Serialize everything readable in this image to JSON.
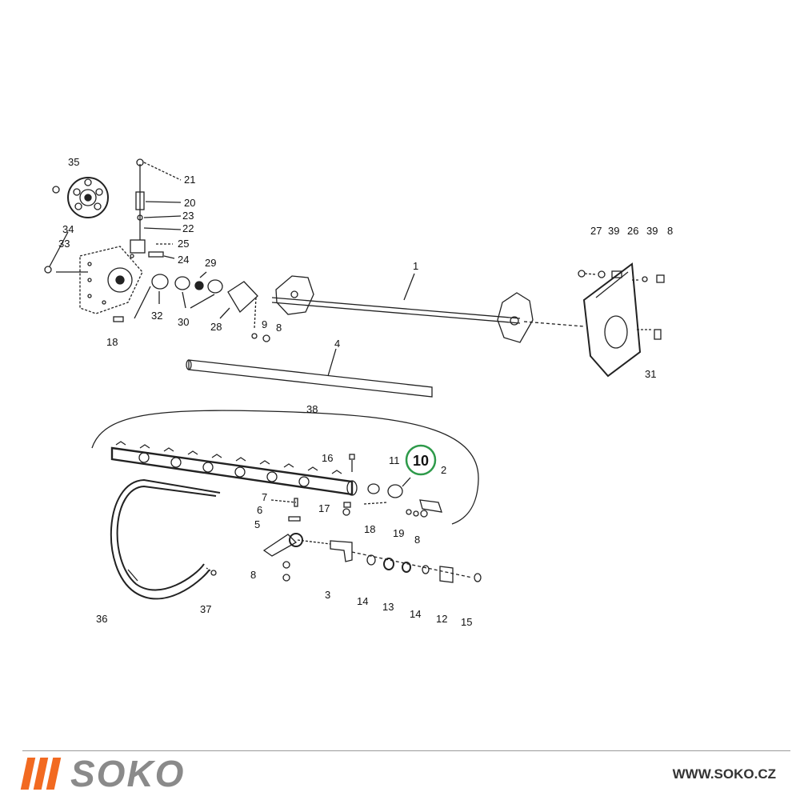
{
  "diagram": {
    "highlight": {
      "label": "10",
      "color": "#2e9a4a"
    },
    "callouts": [
      "35",
      "21",
      "20",
      "23",
      "22",
      "25",
      "24",
      "29",
      "34",
      "33",
      "32",
      "30",
      "28",
      "9",
      "8",
      "18",
      "1",
      "27",
      "39",
      "26",
      "39b",
      "8b",
      "31",
      "4",
      "38",
      "16",
      "11",
      "2",
      "7",
      "6",
      "17",
      "5",
      "18b",
      "19",
      "8c",
      "3",
      "14",
      "13",
      "14b",
      "12",
      "15",
      "8d",
      "37",
      "36"
    ],
    "labels": {
      "35": "35",
      "21": "21",
      "20": "20",
      "23": "23",
      "22": "22",
      "25": "25",
      "24": "24",
      "29": "29",
      "34": "34",
      "33": "33",
      "32": "32",
      "30": "30",
      "28": "28",
      "9": "9",
      "8": "8",
      "18": "18",
      "1": "1",
      "27": "27",
      "39": "39",
      "26": "26",
      "39b": "39",
      "8b": "8",
      "31": "31",
      "4": "4",
      "38": "38",
      "16": "16",
      "11": "11",
      "2": "2",
      "7": "7",
      "6": "6",
      "17": "17",
      "5": "5",
      "18b": "18",
      "19": "19",
      "8c": "8",
      "3": "3",
      "14": "14",
      "13": "13",
      "14b": "14",
      "12": "12",
      "15": "15",
      "8d": "8",
      "37": "37",
      "36": "36"
    }
  },
  "footer": {
    "brand": "SOKO",
    "brand_color": "#f26a21",
    "brand_text_color": "#8a8a8a",
    "website": "WWW.SOKO.CZ"
  }
}
